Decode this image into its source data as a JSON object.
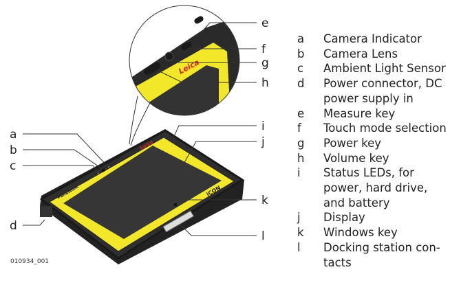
{
  "callouts": {
    "a": "a",
    "b": "b",
    "c": "c",
    "d": "d",
    "e": "e",
    "f": "f",
    "g": "g",
    "h": "h",
    "i": "i",
    "j": "j",
    "k": "k",
    "l": "l"
  },
  "device": {
    "brand_top": "Leica",
    "brand_left": "Panasonic",
    "model_right": "iCON"
  },
  "legend": [
    {
      "key": "a",
      "lines": [
        "Camera Indicator"
      ]
    },
    {
      "key": "b",
      "lines": [
        "Camera Lens"
      ]
    },
    {
      "key": "c",
      "lines": [
        "Ambient Light Sensor"
      ]
    },
    {
      "key": "d",
      "lines": [
        "Power connector, DC",
        "power supply in"
      ]
    },
    {
      "key": "e",
      "lines": [
        "Measure key"
      ]
    },
    {
      "key": "f",
      "lines": [
        "Touch mode selection"
      ]
    },
    {
      "key": "g",
      "lines": [
        "Power key"
      ]
    },
    {
      "key": "h",
      "lines": [
        "Volume key"
      ]
    },
    {
      "key": "i",
      "lines": [
        "Status LEDs, for",
        "power, hard drive,",
        "and battery"
      ]
    },
    {
      "key": "j",
      "lines": [
        "Display"
      ]
    },
    {
      "key": "k",
      "lines": [
        "Windows key"
      ]
    },
    {
      "key": "l",
      "lines": [
        "Docking station con-",
        "tacts"
      ]
    }
  ],
  "caption": "010934_001",
  "colors": {
    "yellow": "#f2e829",
    "body": "#2b2b2b",
    "screen": "#363636"
  }
}
